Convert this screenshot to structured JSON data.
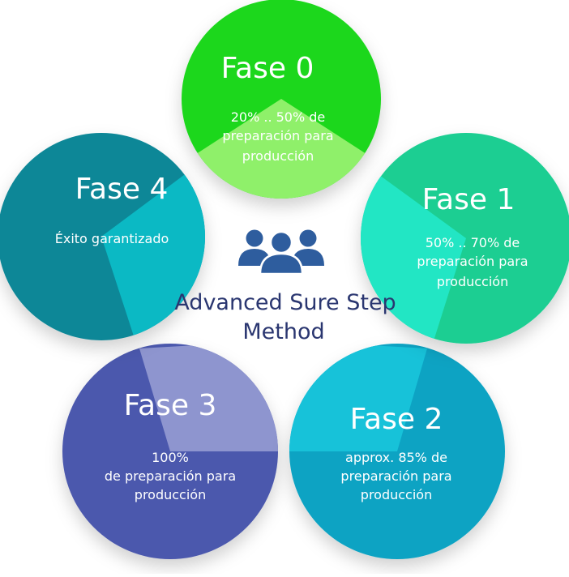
{
  "center": {
    "title_line1": "Advanced Sure Step",
    "title_line2": "Method",
    "icon": "people-group-icon"
  },
  "phases": [
    {
      "title": "Fase 0",
      "lines": [
        "20% .. 50% de",
        "preparación para",
        "producción"
      ],
      "color": "#1ed71e",
      "wedge_color": "#8ff06a"
    },
    {
      "title": "Fase 1",
      "lines": [
        "50% .. 70% de",
        "preparación para",
        "producción"
      ],
      "color": "#1fce92",
      "wedge_color": "#22e6c4"
    },
    {
      "title": "Fase 2",
      "lines": [
        "approx. 85% de",
        "preparación para",
        "producción"
      ],
      "color": "#0aa3c3",
      "wedge_color": "#17c2d9"
    },
    {
      "title": "Fase 3",
      "lines": [
        "100%",
        "de preparación para",
        "producción"
      ],
      "color": "#4c58ad",
      "wedge_color": "#8e95cf"
    },
    {
      "title": "Fase 4",
      "lines": [
        "Éxito garantizado"
      ],
      "color": "#0d8797",
      "wedge_color": "#0bb9c4"
    }
  ],
  "colors": {
    "center_text": "#2a3670",
    "icon": "#2e5d9e",
    "phase_text": "#ffffff"
  }
}
